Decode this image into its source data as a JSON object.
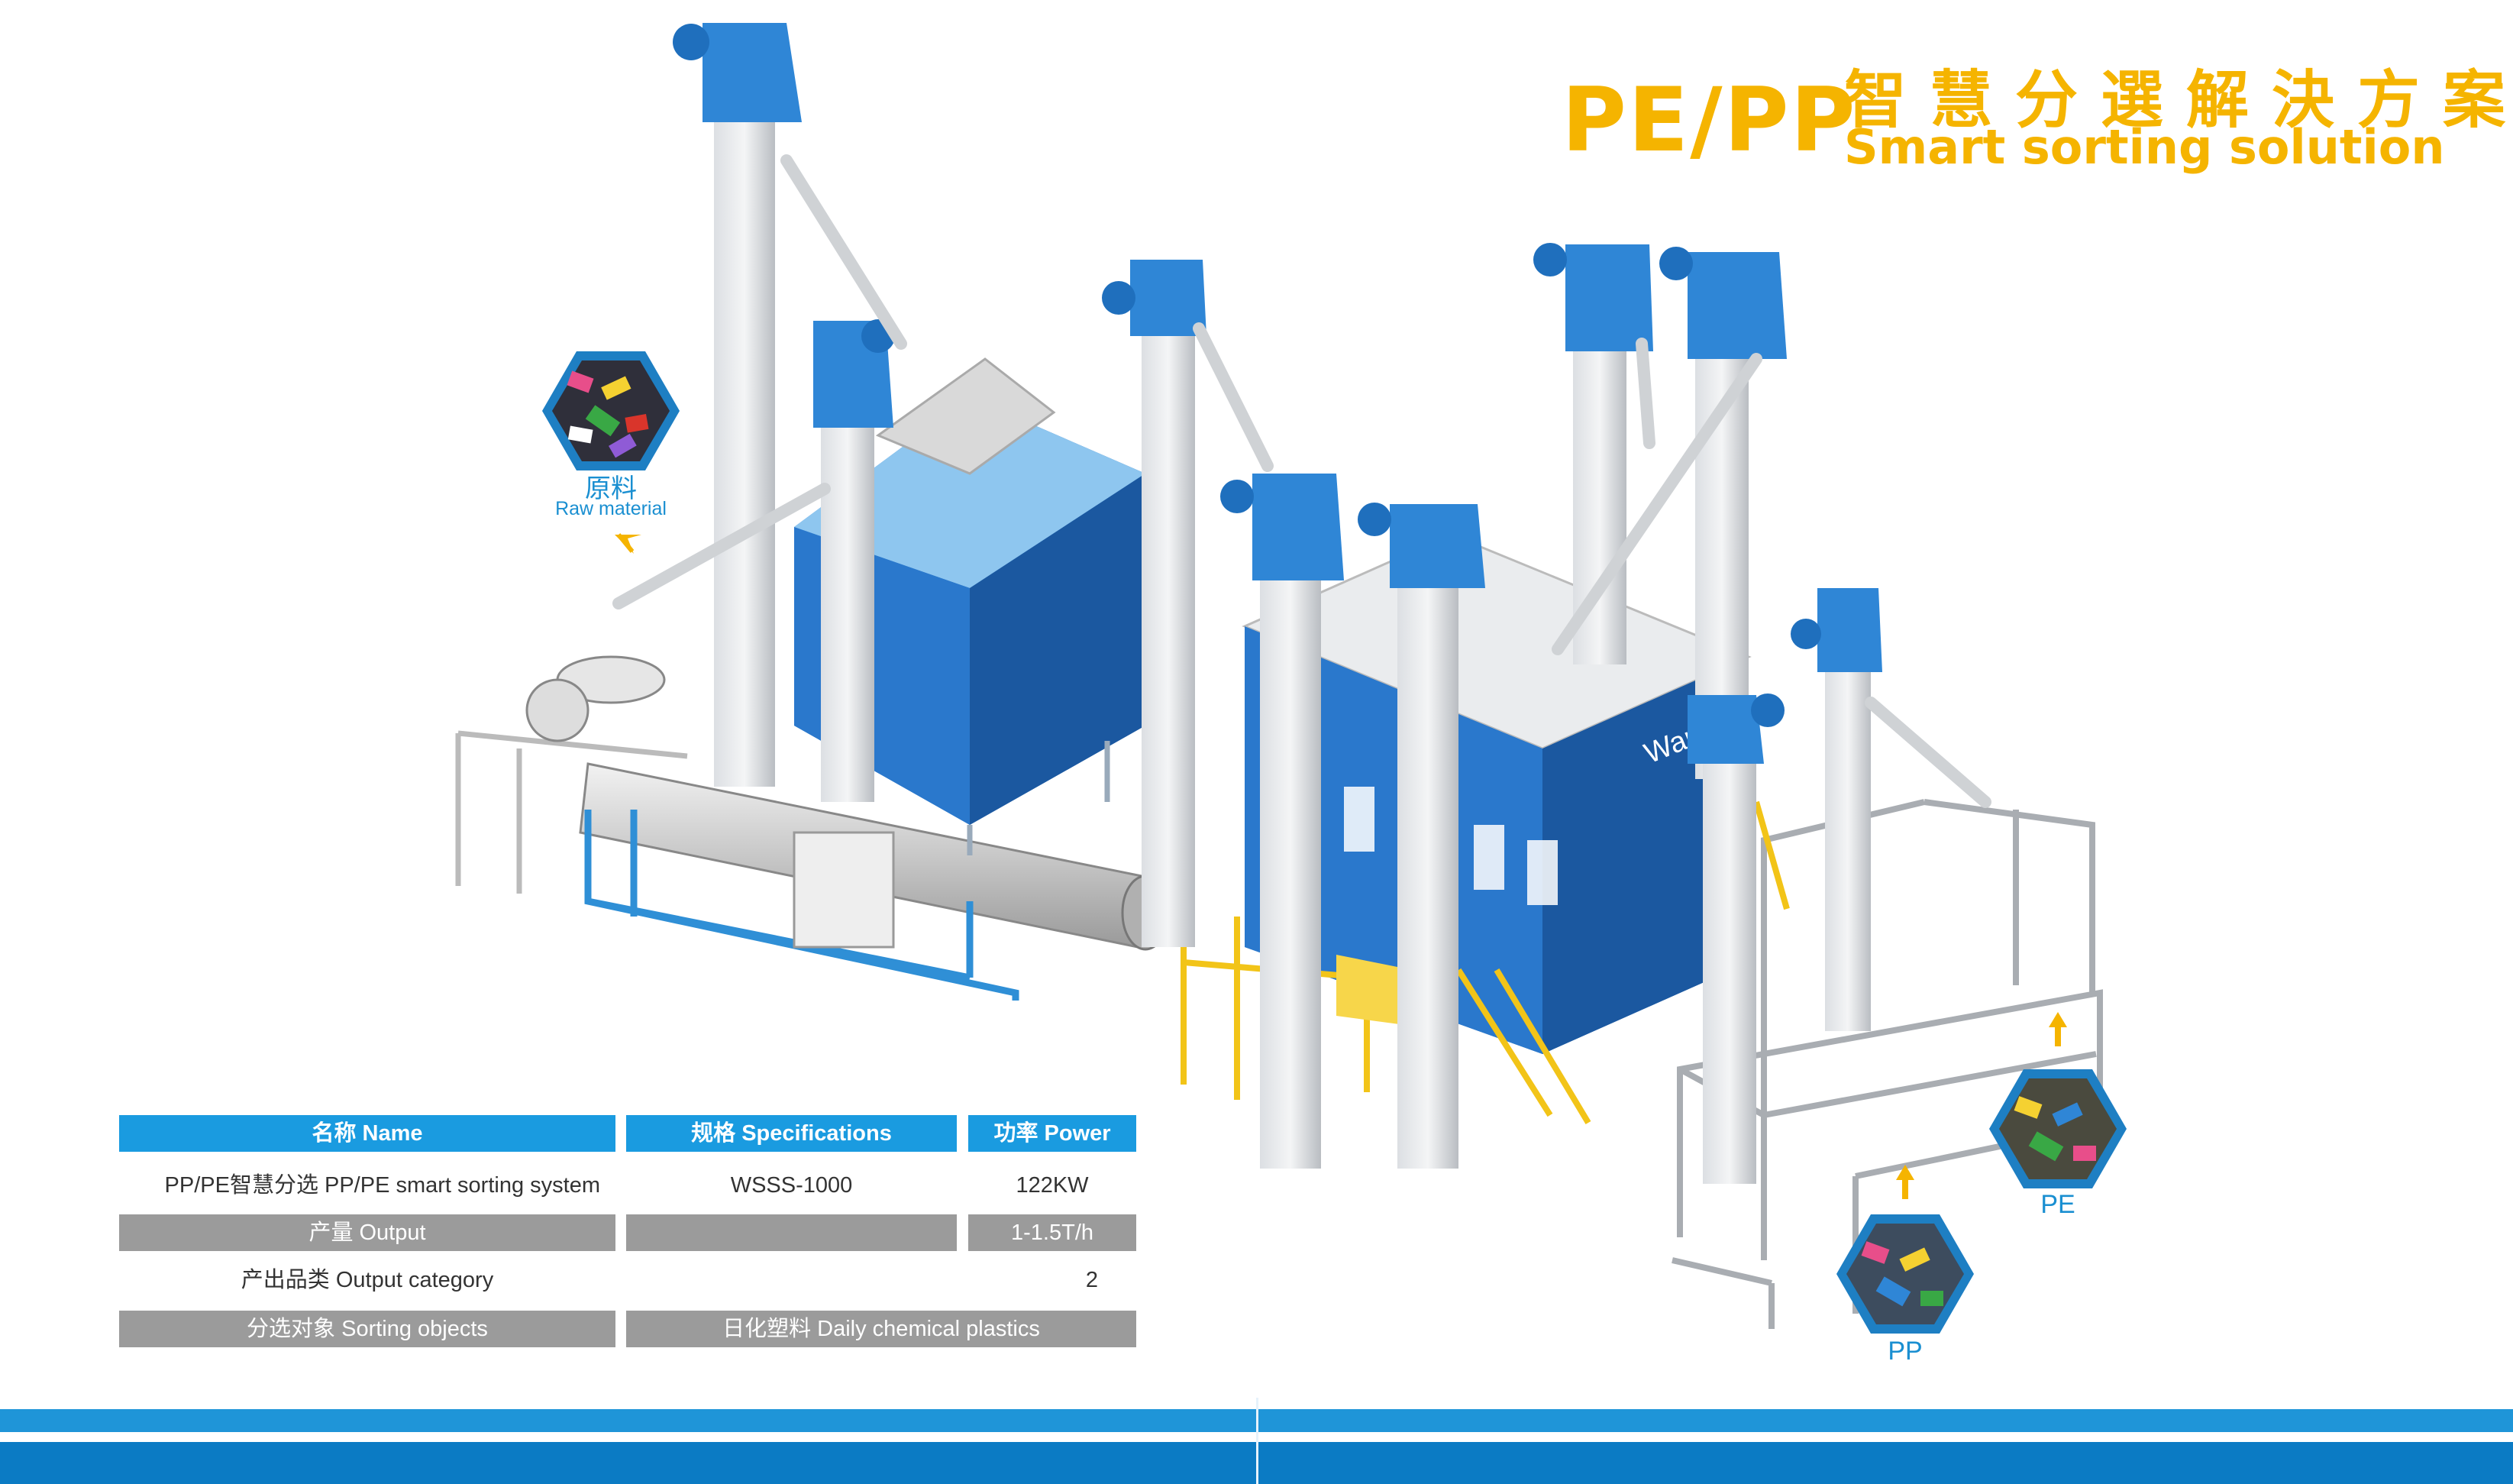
{
  "title": {
    "main": "PE/PP",
    "cn": "智慧分選解決方案",
    "en": "Smart sorting solution"
  },
  "inputs": {
    "raw_cn": "原料",
    "raw_en": "Raw material"
  },
  "outputs": {
    "pe": "PE",
    "pp": "PP"
  },
  "machine_brand": "Wandi",
  "table": {
    "headers": [
      "名称 Name",
      "规格 Specifications",
      "功率 Power"
    ],
    "rows": [
      {
        "name": "PP/PE智慧分选  PP/PE smart sorting system",
        "spec": "WSSS-1000",
        "power": "122KW"
      },
      {
        "name": "产量  Output",
        "spec": "",
        "power": "1-1.5T/h"
      },
      {
        "name": "产出品类  Output category",
        "spec": "",
        "power": "2"
      },
      {
        "name": "分选对象  Sorting objects",
        "spec": "日化塑料  Daily chemical plastics",
        "power": ""
      }
    ]
  },
  "colors": {
    "accent": "#f5b400",
    "blue": "#1a9be0",
    "machine_blue": "#2e7fd0",
    "grey": "#9b9b9b"
  }
}
